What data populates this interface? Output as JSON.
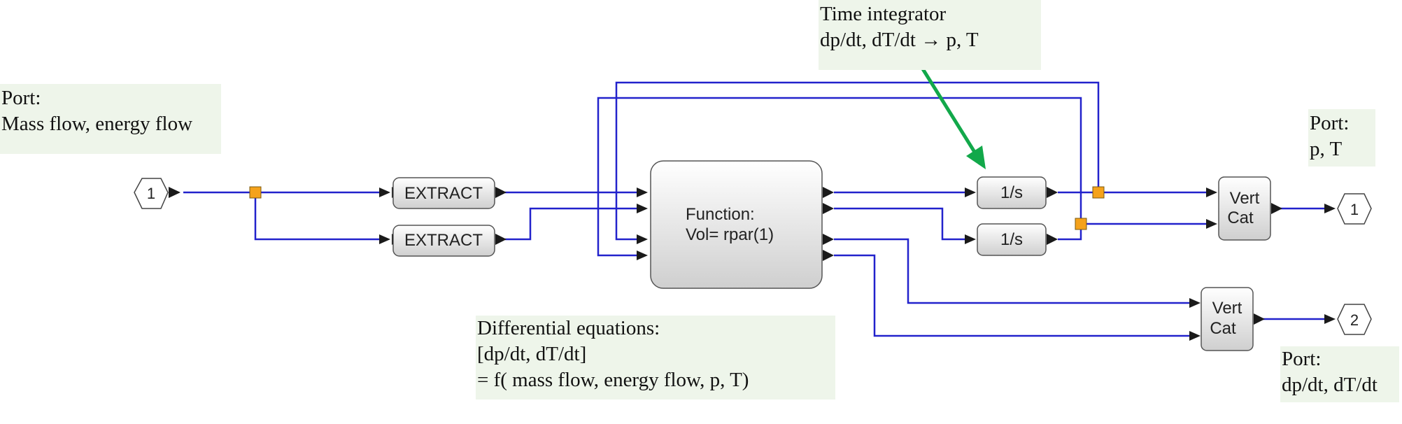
{
  "annotations": {
    "in_port": {
      "line1": "Port:",
      "line2": "Mass flow, energy flow"
    },
    "integrator": {
      "line1": "Time integrator",
      "line2": "dp/dt, dT/dt → p, T"
    },
    "out1": {
      "line1": "Port:",
      "line2": "p, T"
    },
    "diffeq": {
      "line1": "Differential equations:",
      "line2": "[dp/dt, dT/dt]",
      "line3": "= f( mass flow, energy flow, p, T)"
    },
    "out2": {
      "line1": "Port:",
      "line2": "dp/dt, dT/dt"
    }
  },
  "blocks": {
    "in_port_number": "1",
    "extract_1": "EXTRACT",
    "extract_2": "EXTRACT",
    "function_line1": "Function:",
    "function_line2": "Vol= rpar(1)",
    "integrator_1": "1/s",
    "integrator_2": "1/s",
    "vertcat_1_line1": "Vert",
    "vertcat_1_line2": "Cat",
    "vertcat_2_line1": "Vert",
    "vertcat_2_line2": "Cat",
    "out_port_1_number": "1",
    "out_port_2_number": "2"
  },
  "colors": {
    "link": "#2222cc",
    "split_point": "#f5a21b",
    "highlight_arrow": "#12a84a",
    "note_background": "#eef5ea",
    "block_fill_top": "#ffffff",
    "block_fill_bottom": "#cfcfcf"
  }
}
